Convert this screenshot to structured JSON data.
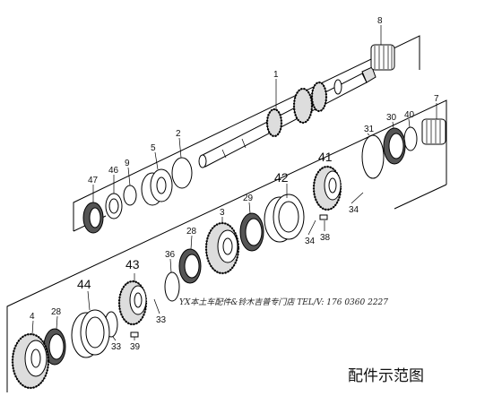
{
  "parts": {
    "p1": "1",
    "p2": "2",
    "p3": "3",
    "p4": "4",
    "p5": "5",
    "p7": "7",
    "p8": "8",
    "p9": "9",
    "p28a": "28",
    "p28b": "28",
    "p29": "29",
    "p30": "30",
    "p31": "31",
    "p33a": "33",
    "p33b": "33",
    "p34a": "34",
    "p34b": "34",
    "p36": "36",
    "p38": "38",
    "p39": "39",
    "p40": "40",
    "p46": "46",
    "p47": "47",
    "p41": "41",
    "p42": "42",
    "p43": "43",
    "p44": "44"
  },
  "watermark": "YX本土车配件&铃木吉普专门店  TEL/V: 176 0360 2227",
  "caption": "配件示范图"
}
